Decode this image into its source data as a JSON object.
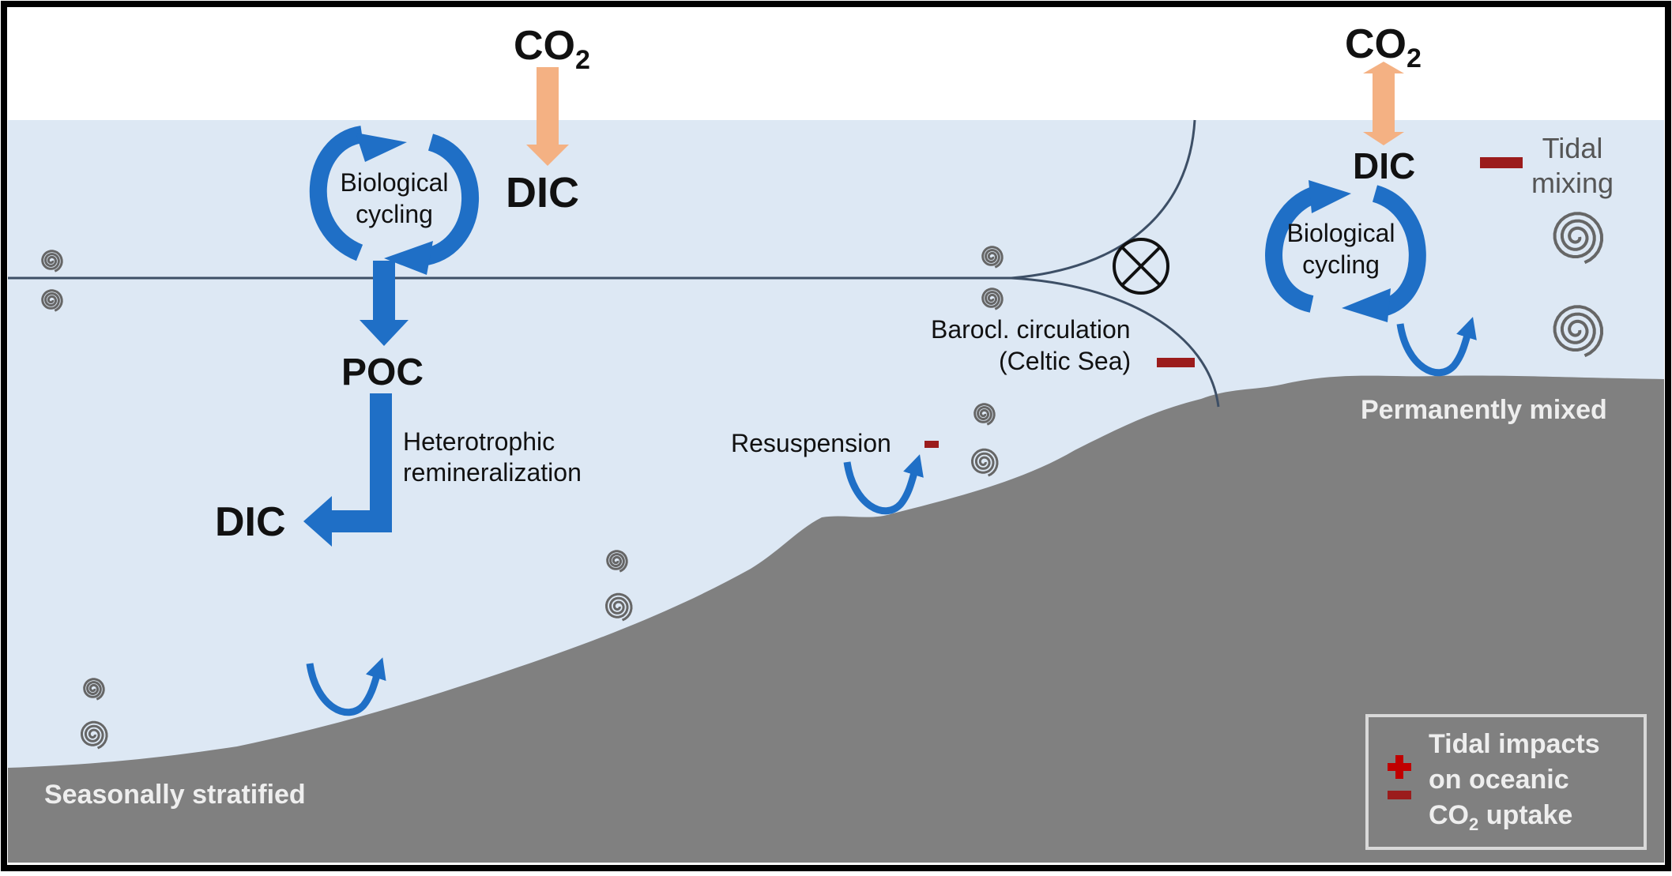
{
  "labels": {
    "co2_left": "CO",
    "co2_left_sub": "2",
    "co2_right": "CO",
    "co2_right_sub": "2",
    "dic_top_left": "DIC",
    "dic_right": "DIC",
    "dic_bottom_left": "DIC",
    "poc": "POC",
    "bio_left_line1": "Biological",
    "bio_left_line2": "cycling",
    "bio_right_line1": "Biological",
    "bio_right_line2": "cycling",
    "hetero_line1": "Heterotrophic",
    "hetero_line2": "remineralization",
    "resuspension": "Resuspension",
    "barocl_line1": "Barocl. circulation",
    "barocl_line2": "(Celtic Sea)",
    "tidal_line1": "Tidal",
    "tidal_line2": "mixing",
    "seasonally_stratified": "Seasonally stratified",
    "permanently_mixed": "Permanently mixed"
  },
  "legend": {
    "line1": "Tidal impacts",
    "line2": "on oceanic",
    "line3_prefix": "CO",
    "line3_sub": "2",
    "line3_suffix": " uptake"
  },
  "colors": {
    "sky": "#ffffff",
    "water": "#dde8f4",
    "seabed": "#7f7f7f",
    "blue_arrow": "#1f6fc6",
    "orange_arrow": "#f4b183",
    "negative_marker": "#9b1c1c",
    "positive_marker": "#c00000",
    "swirl": "#666666",
    "front_line": "#3d4f66"
  }
}
